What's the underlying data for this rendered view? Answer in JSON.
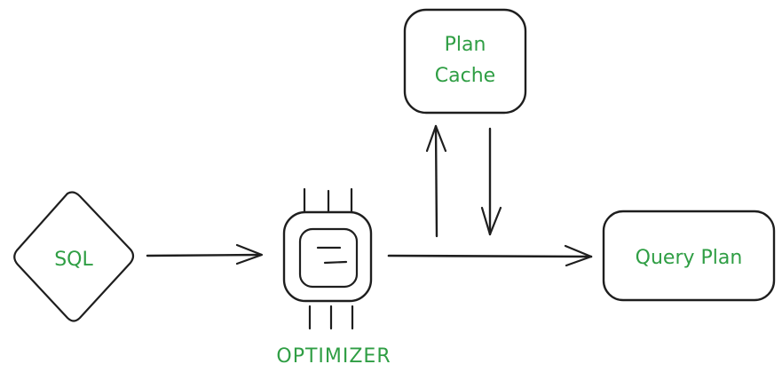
{
  "diagram": {
    "title": "",
    "colors": {
      "text": "#2f9e44",
      "stroke": "#1e1e1e",
      "background": "#ffffff"
    },
    "nodes": [
      {
        "id": "sql",
        "label": "SQL",
        "shape": "diamond"
      },
      {
        "id": "optimizer",
        "label": "OPTIMIZER",
        "shape": "chip-icon"
      },
      {
        "id": "plan_cache",
        "label_lines": [
          "Plan",
          "Cache"
        ],
        "shape": "rounded-rect"
      },
      {
        "id": "query_plan",
        "label": "Query Plan",
        "shape": "rounded-rect"
      }
    ],
    "edges": [
      {
        "from": "sql",
        "to": "optimizer",
        "label": ""
      },
      {
        "from": "optimizer",
        "to": "query_plan",
        "label": ""
      },
      {
        "from": "optimizer",
        "to": "plan_cache",
        "label": "",
        "direction": "up"
      },
      {
        "from": "plan_cache",
        "to": "optimizer",
        "label": "",
        "direction": "down"
      }
    ]
  }
}
